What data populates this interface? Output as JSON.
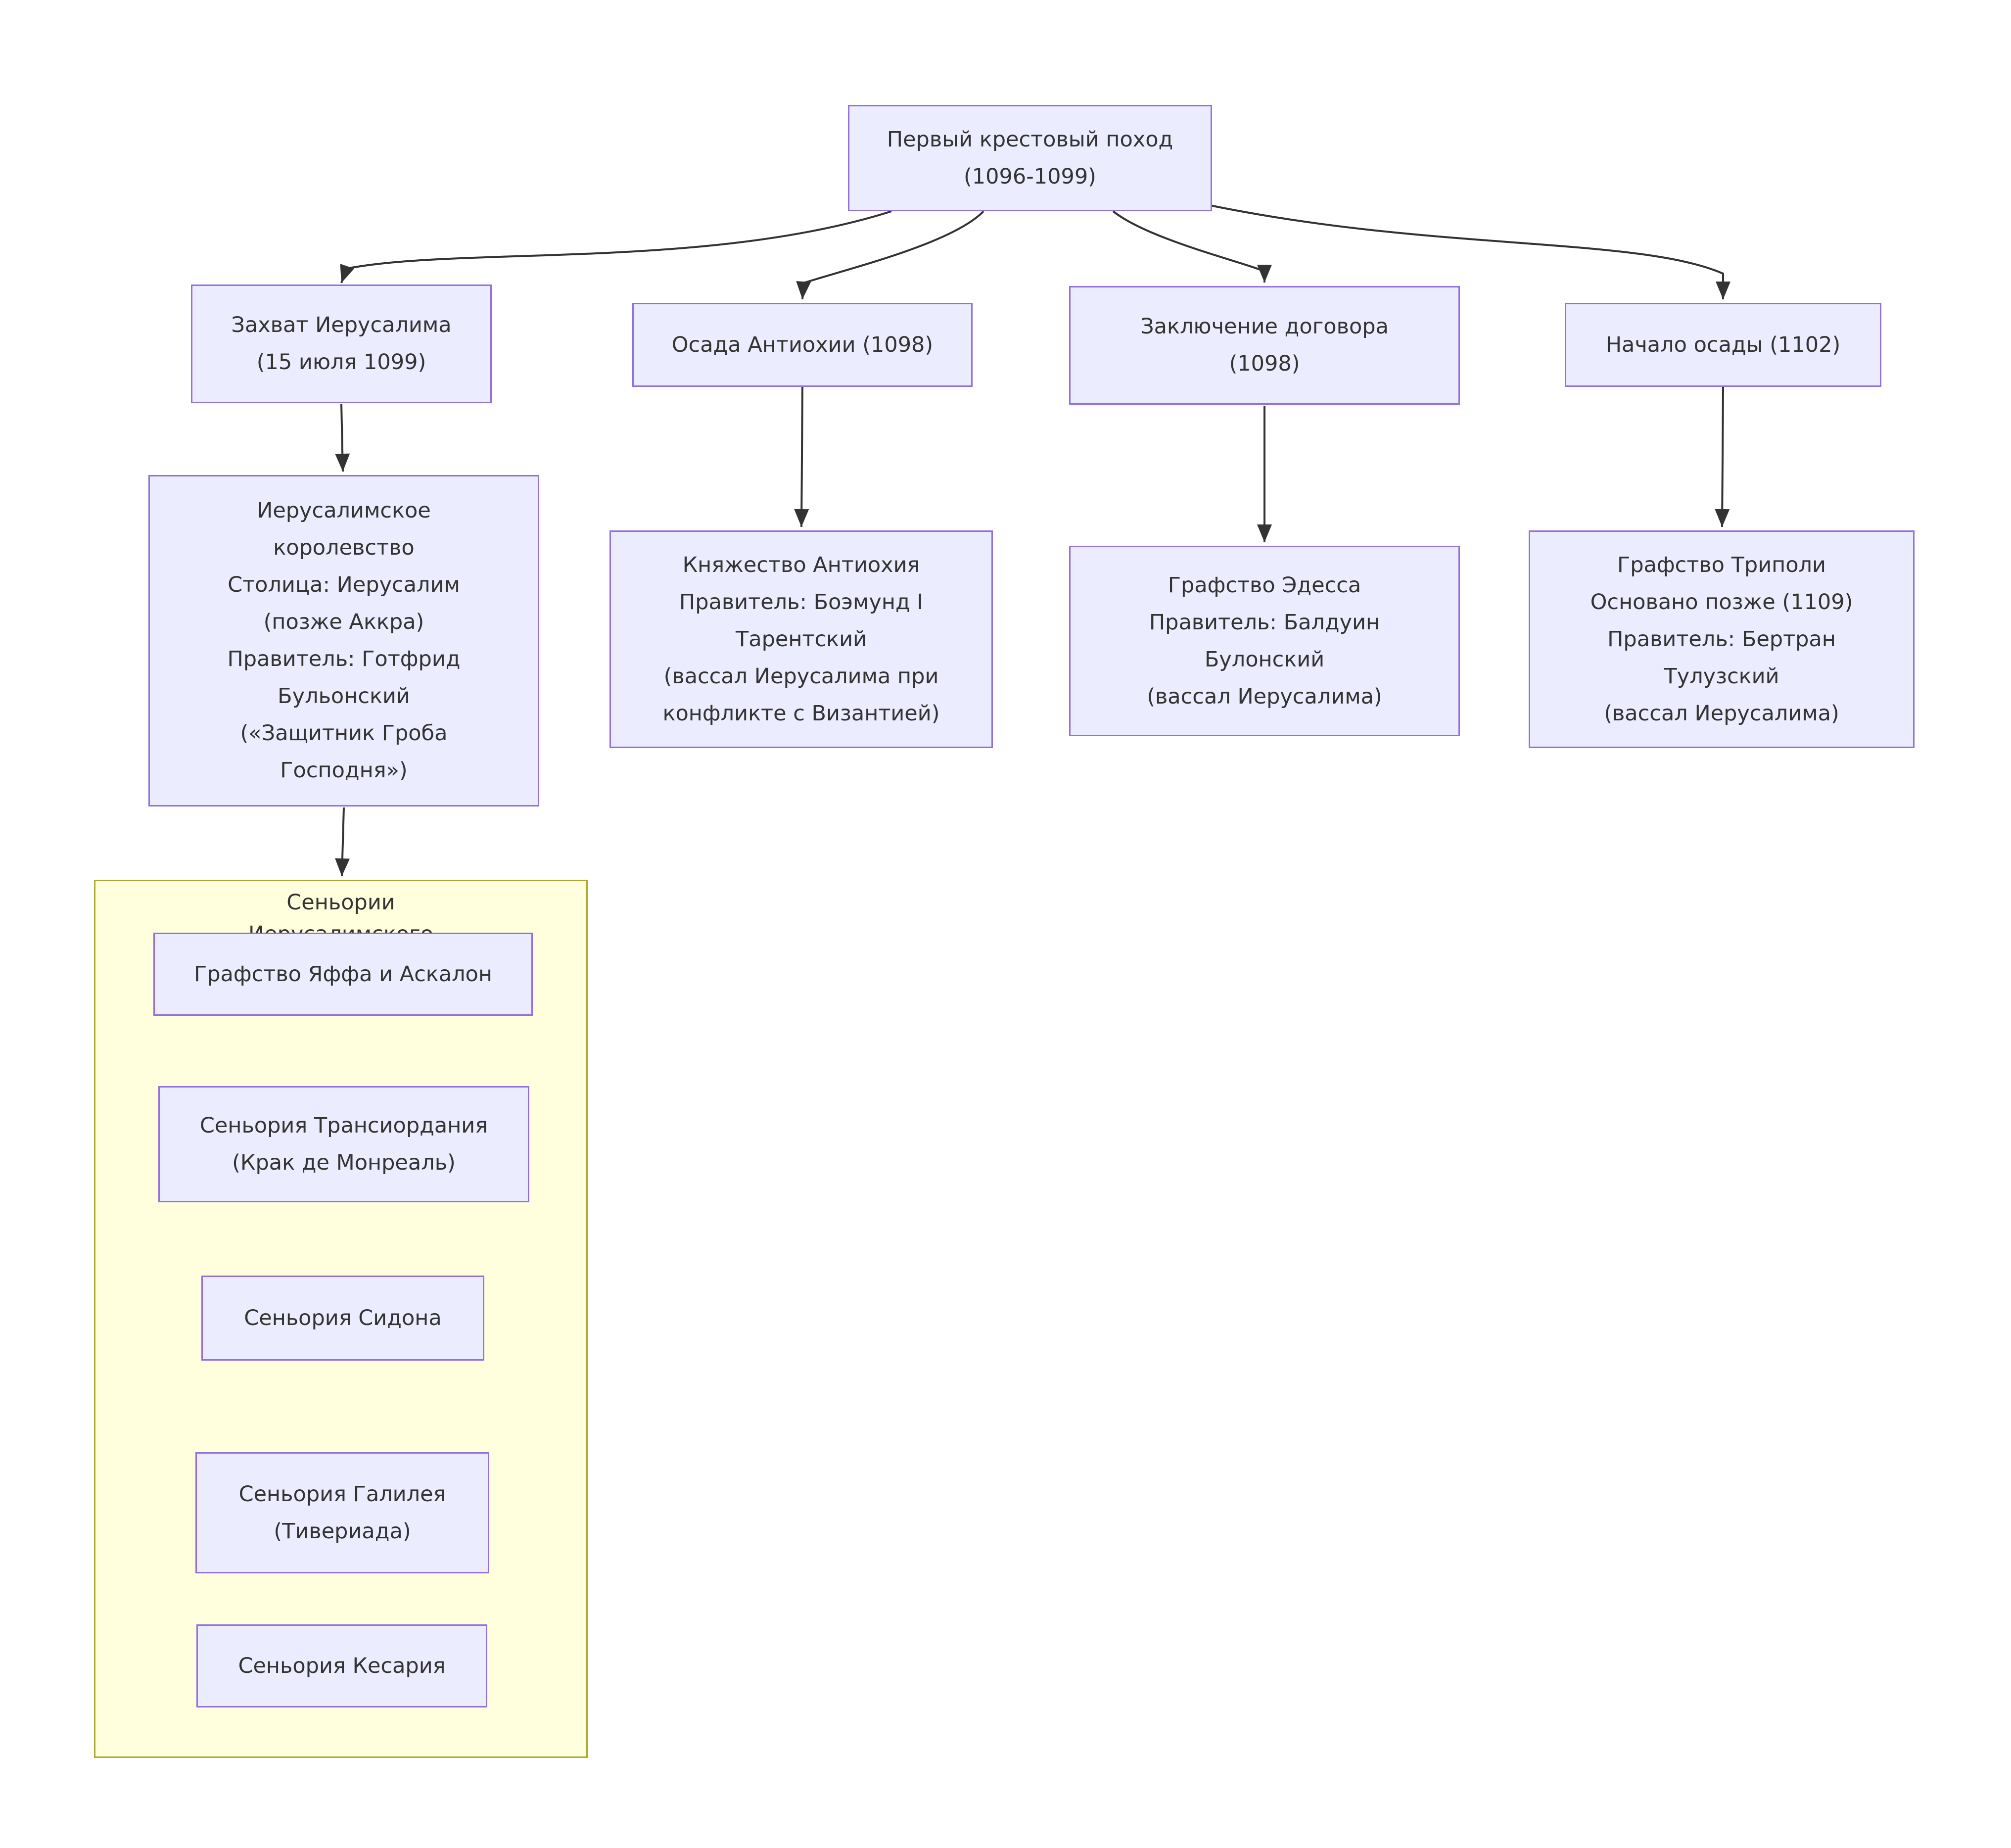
{
  "diagram": {
    "type": "flowchart",
    "direction": "top-down",
    "colors": {
      "node_fill": "#ECECFF",
      "node_border": "#9370DB",
      "subgraph_fill": "#FFFFDE",
      "subgraph_border": "#AAAA33",
      "edge": "#333333",
      "text": "#333333",
      "background": "#FFFFFF"
    }
  },
  "nodes": {
    "crusade": {
      "lines": [
        "Первый крестовый поход",
        "(1096-1099)"
      ]
    },
    "jerusalem_capture": {
      "lines": [
        "Захват Иерусалима",
        "(15 июля 1099)"
      ]
    },
    "antioch_siege": {
      "lines": [
        "Осада Антиохии (1098)"
      ]
    },
    "treaty": {
      "lines": [
        "Заключение договора",
        "(1098)"
      ]
    },
    "siege_start": {
      "lines": [
        "Начало осады (1102)"
      ]
    },
    "jerusalem_kingdom": {
      "lines": [
        "Иерусалимское",
        "королевство",
        "Столица: Иерусалим",
        "(позже Аккра)",
        "Правитель: Готфрид",
        "Бульонский",
        "(«Защитник Гроба",
        "Господня»)"
      ]
    },
    "antioch_principality": {
      "lines": [
        "Княжество Антиохия",
        "Правитель: Боэмунд I",
        "Тарентский",
        "(вассал Иерусалима при",
        "конфликте с Византией)"
      ]
    },
    "edessa_county": {
      "lines": [
        "Графство Эдесса",
        "Правитель: Балдуин",
        "Булонский",
        "(вассал Иерусалима)"
      ]
    },
    "tripoli_county": {
      "lines": [
        "Графство Триполи",
        "Основано позже (1109)",
        "Правитель: Бертран",
        "Тулузский",
        "(вассал Иерусалима)"
      ]
    },
    "jaffa_ascalon": {
      "lines": [
        "Графство Яффа и Аскалон"
      ]
    },
    "transjordan": {
      "lines": [
        "Сеньория Трансиордания",
        "(Крак де Монреаль)"
      ]
    },
    "sidon": {
      "lines": [
        "Сеньория Сидона"
      ]
    },
    "galilee": {
      "lines": [
        "Сеньория Галилея",
        "(Тивериада)"
      ]
    },
    "caesarea": {
      "lines": [
        "Сеньория Кесария"
      ]
    }
  },
  "subgraph": {
    "title_lines": [
      "Сеньории",
      "Иерусалимского"
    ]
  },
  "edges": [
    {
      "from": "crusade",
      "to": "jerusalem_capture"
    },
    {
      "from": "crusade",
      "to": "antioch_siege"
    },
    {
      "from": "crusade",
      "to": "treaty"
    },
    {
      "from": "crusade",
      "to": "siege_start"
    },
    {
      "from": "jerusalem_capture",
      "to": "jerusalem_kingdom"
    },
    {
      "from": "antioch_siege",
      "to": "antioch_principality"
    },
    {
      "from": "treaty",
      "to": "edessa_county"
    },
    {
      "from": "siege_start",
      "to": "tripoli_county"
    },
    {
      "from": "jerusalem_kingdom",
      "to": "seigneuries_subgraph"
    }
  ]
}
